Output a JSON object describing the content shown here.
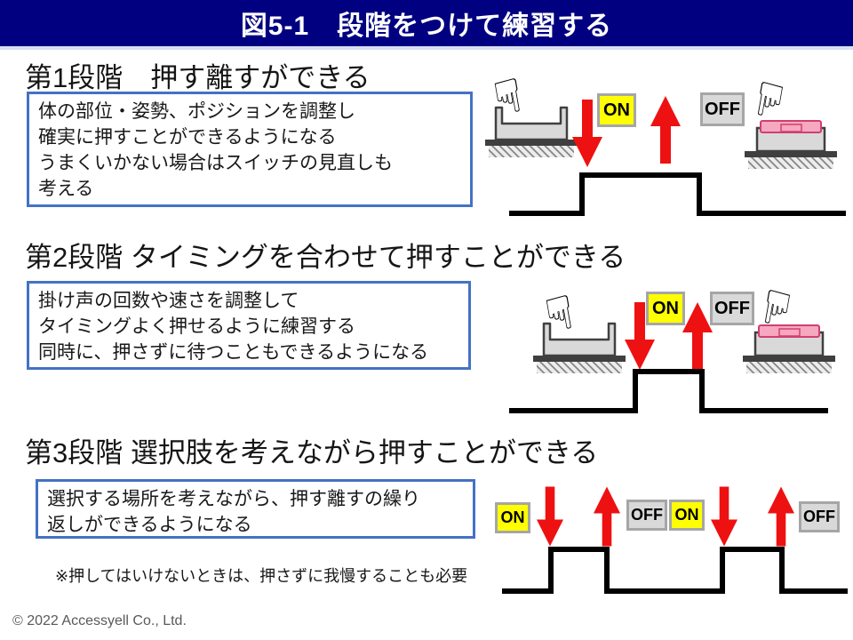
{
  "header": {
    "title": "図5-1　段階をつけて練習する"
  },
  "labels": {
    "on": "ON",
    "off": "OFF"
  },
  "icons": {
    "pointing_hand": "☟",
    "pressed_switch": "pressed-switch-icon",
    "released_switch": "released-switch-icon"
  },
  "stages": [
    {
      "heading": "第1段階　押す離すができる",
      "box_lines": [
        "体の部位・姿勢、ポジションを調整し",
        "確実に押すことができるようになる",
        "うまくいかない場合はスイッチの見直しも",
        "考える"
      ],
      "sequence": [
        "ON",
        "OFF"
      ],
      "waveform": "low-high-low, one long press"
    },
    {
      "heading": "第2段階 タイミングを合わせて押すことができる",
      "box_lines": [
        "掛け声の回数や速さを調整して",
        "タイミングよく押せるように練習する",
        "同時に、押さずに待つこともできるようになる"
      ],
      "sequence": [
        "ON",
        "OFF"
      ],
      "waveform": "low-high-low, one short timed press"
    },
    {
      "heading": "第3段階 選択肢を考えながら押すことができる",
      "box_lines": [
        "選択する場所を考えながら、押す離すの繰り",
        "返しができるようになる"
      ],
      "note": "※押してはいけないときは、押さずに我慢することも必要",
      "sequence": [
        "ON",
        "OFF",
        "ON",
        "OFF"
      ],
      "waveform": "two press-release pulses"
    }
  ],
  "footer": {
    "copyright": "© 2022 Accessyell Co., Ltd."
  },
  "colors": {
    "header_bg": "#010080",
    "header_text": "#FFFFFF",
    "box_border": "#4472C4",
    "on_bg": "#FFFF00",
    "off_bg": "#D9D9D9",
    "chip_border": "#A6A6A6",
    "arrow_red": "#EE1111",
    "wave_black": "#000000",
    "switch_gray": "#D9D9D9",
    "switch_pink": "#F6A8C0",
    "ground_dark": "#3F3F3F",
    "footer_text": "#595959"
  }
}
